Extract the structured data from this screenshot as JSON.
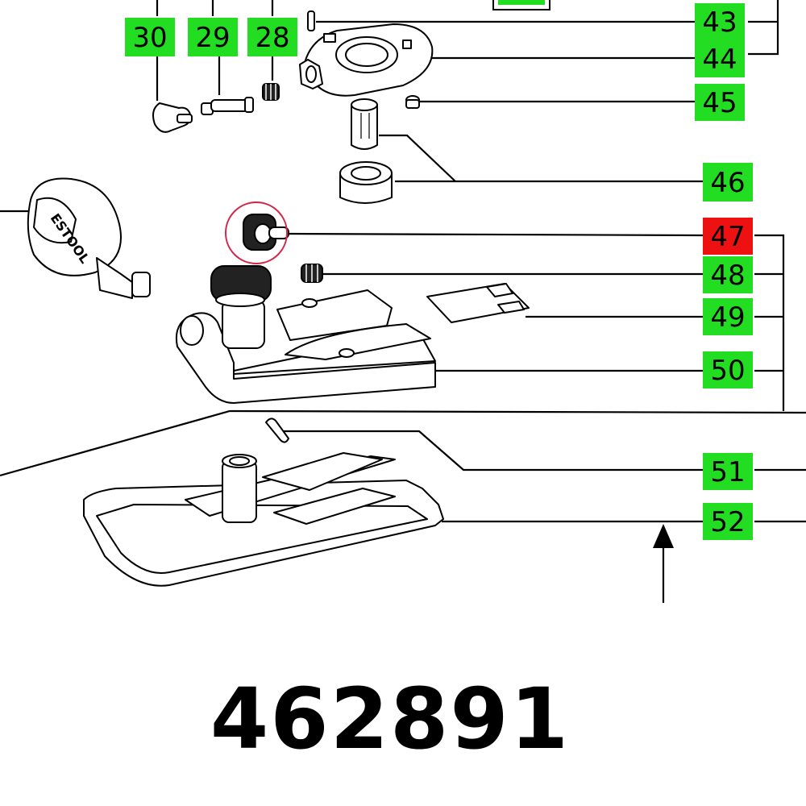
{
  "colors": {
    "callout_default": "#22dd22",
    "callout_highlight": "#ee1111",
    "highlight_ring": "#d0284a",
    "line": "#000000"
  },
  "callouts": [
    {
      "id": "c30",
      "label": "30"
    },
    {
      "id": "c29",
      "label": "29"
    },
    {
      "id": "c28",
      "label": "28"
    },
    {
      "id": "c43",
      "label": "43"
    },
    {
      "id": "c44",
      "label": "44"
    },
    {
      "id": "c45",
      "label": "45"
    },
    {
      "id": "c46",
      "label": "46"
    },
    {
      "id": "c47",
      "label": "47",
      "highlighted": true
    },
    {
      "id": "c48",
      "label": "48"
    },
    {
      "id": "c49",
      "label": "49"
    },
    {
      "id": "c50",
      "label": "50"
    },
    {
      "id": "c51",
      "label": "51"
    },
    {
      "id": "c52",
      "label": "52"
    }
  ],
  "part_number": "462891",
  "knob_brand_text": "ESTOOL"
}
